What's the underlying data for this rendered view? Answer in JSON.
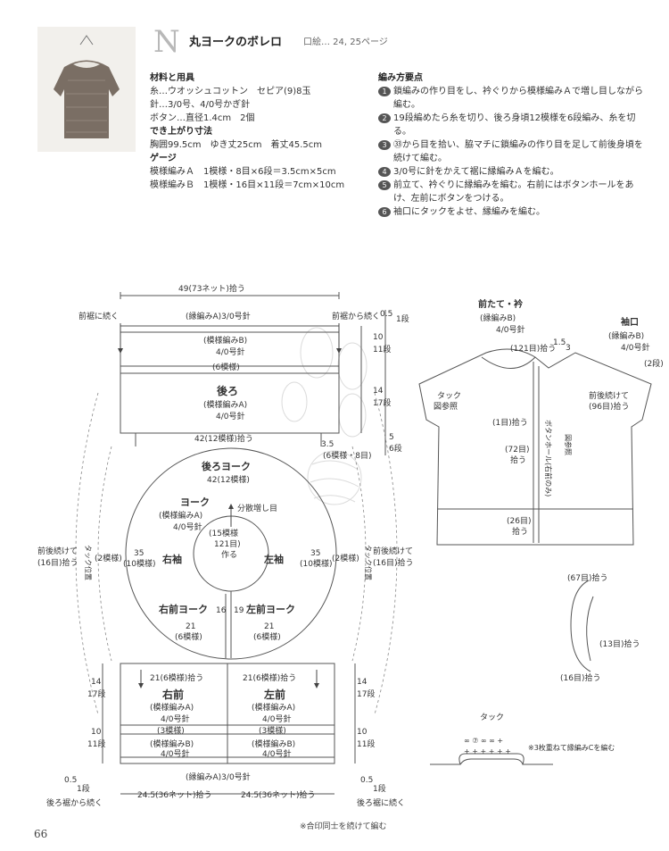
{
  "header": {
    "letter": "N",
    "title": "丸ヨークのボレロ",
    "reference": "口絵… 24, 25ページ"
  },
  "materials": {
    "heading1": "材料と用具",
    "yarn": "糸…ウオッシュコットン　セピア(9)8玉",
    "needle": "針…3/0号、4/0号かぎ針",
    "button": "ボタン…直径1.4cm　2個",
    "heading2": "でき上がり寸法",
    "size": "胸囲99.5cm　ゆき丈25cm　着丈45.5cm",
    "heading3": "ゲージ",
    "gauge_a": "模様編みＡ　1模様・8目×6段＝3.5cm×5cm",
    "gauge_b": "模様編みＢ　1模様・16目×11段＝7cm×10cm"
  },
  "steps": {
    "heading": "編み方要点",
    "items": [
      {
        "num": "1",
        "text": "鎖編みの作り目をし、衿ぐりから模様編みＡで増し目しながら編む。"
      },
      {
        "num": "2",
        "text": "19段編めたら糸を切り、後ろ身頃12模様を6段編み、糸を切る。"
      },
      {
        "num": "3",
        "text": "㉝から目を拾い、脇マチに鎖編みの作り目を足して前後身頃を続けて編む。"
      },
      {
        "num": "4",
        "text": "3/0号に針をかえて裾に縁編みＡを編む。"
      },
      {
        "num": "5",
        "text": "前立て、衿ぐりに縁編みを編む。右前にはボタンホールをあけ、左前にボタンをつける。"
      },
      {
        "num": "6",
        "text": "袖口にタックをよせ、縁編みを編む。"
      }
    ]
  },
  "diagram": {
    "top_width": "49(73ネット)拾う",
    "front_cont_l": "前裾に続く",
    "front_cont_r": "前裾から続く",
    "edge_a": "(縁編みA)3/0号針",
    "half": "0.5",
    "dan1": "1段",
    "pat_b": "(模様編みB)",
    "needle4": "4/0号針",
    "six_pat": "(6模様)",
    "back": "後ろ",
    "pat_a": "(模様編みA)",
    "pick42": "42(12模様)拾う",
    "ten": "10",
    "eleven_dan": "11段",
    "fourteen": "14",
    "seventeen_dan": "17段",
    "five": "5",
    "six_dan": "6段",
    "gusset_35": "3.5",
    "gusset": "(6模様・8目)",
    "back_yoke": "後ろヨーク",
    "yoke_42": "42(12模様)",
    "yoke": "ヨーク",
    "yoke_pat": "(模様編みA)",
    "inc": "分散増し目",
    "start1": "(15模様",
    "start2": "121目)",
    "start3": "作る",
    "right_sleeve": "右袖",
    "left_sleeve": "左袖",
    "n35": "35",
    "ten_pat": "(10模様)",
    "two_pat": "(2模様)",
    "cont16a": "前後続けて",
    "cont16b": "(16目)拾う",
    "tuck_pos": "タック位置",
    "right_front_yoke": "右前ヨーク",
    "left_front_yoke": "左前ヨーク",
    "n16": "16",
    "n19": "19",
    "n21": "21",
    "six_pat2": "(6模様)",
    "pick21": "21(6模様)拾う",
    "right_front": "右前",
    "left_front": "左前",
    "three_pat": "(3模様)",
    "bottom_r": "24.5(36ネット)拾う",
    "bottom_l": "24.5(36ネット)拾う",
    "back_cont_l": "後ろ裾から続く",
    "back_cont_r": "後ろ裾に続く",
    "placket_title": "前たて・衿",
    "placket_pat": "(縁編みB)",
    "cuff_title": "袖口",
    "cuff_pat": "(縁編みB)",
    "pick121": "(121目)拾う",
    "n15": "1.5",
    "n3": "3",
    "two_dan": "(2段)",
    "tuck_ref1": "タック",
    "tuck_ref2": "図参照",
    "cont96": "前後続けて",
    "pick96": "(96目)拾う",
    "one_stitch": "(1目)拾う",
    "pick72a": "(72目)",
    "pick72b": "拾う",
    "pick26a": "(26目)",
    "pick26b": "拾う",
    "buttonhole": "ボタンホール(右前のみ)",
    "see_fig": "図参照",
    "pick67": "(67目)拾う",
    "pick13": "(13目)拾う",
    "pick16": "(16目)拾う",
    "tuck_title": "タック",
    "tuck_note": "※3枚重ねて縁編みCを編む"
  },
  "footer": {
    "page_number": "66",
    "note": "※合印同士を続けて編む"
  }
}
